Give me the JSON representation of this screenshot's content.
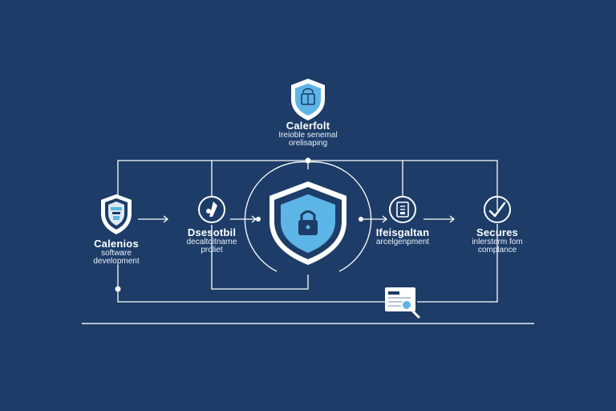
{
  "colors": {
    "background": "#1d3d68",
    "line": "#ffffff",
    "accent": "#5db4e6",
    "accent_dark": "#1d3d68"
  },
  "top_node": {
    "icon": "shield-icon",
    "title": "Calerfolt",
    "subtitle_line1": "Ireioble senemal",
    "subtitle_line2": "orelisaping"
  },
  "nodes": [
    {
      "icon": "shield-badge-icon",
      "title": "Calenios",
      "subtitle_line1": "software",
      "subtitle_line2": "development"
    },
    {
      "icon": "tool-icon",
      "title": "Dsesotbil",
      "subtitle_line1": "decaltoitnarne",
      "subtitle_line2": "proliet"
    },
    {
      "icon": "lock-shield-icon",
      "title": "",
      "subtitle_line1": "",
      "subtitle_line2": ""
    },
    {
      "icon": "document-icon",
      "title": "Ifeisgaltan",
      "subtitle_line1": "arcelgenpment",
      "subtitle_line2": ""
    },
    {
      "icon": "checkmark-icon",
      "title": "Secures",
      "subtitle_line1": "inlersterm fom",
      "subtitle_line2": "complance"
    }
  ],
  "bottom_icon": "document-search-icon"
}
